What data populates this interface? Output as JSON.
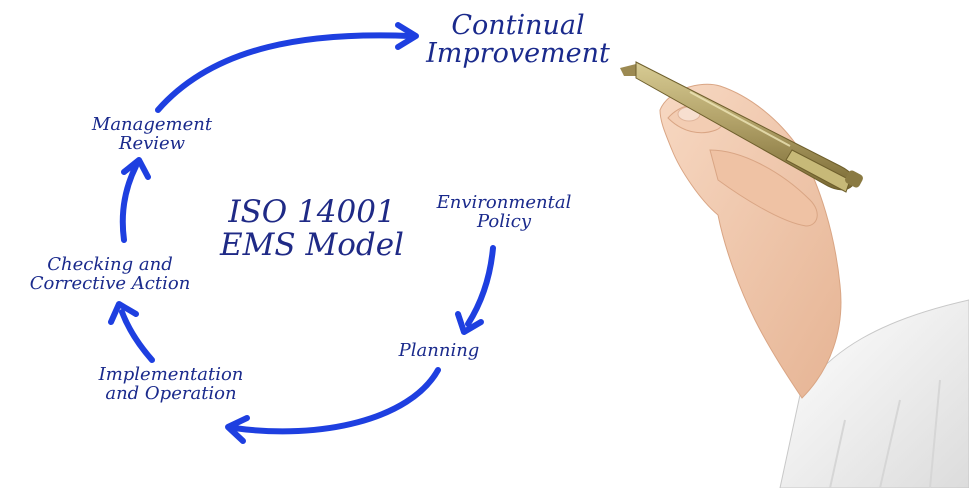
{
  "diagram": {
    "title_lines": [
      "ISO 14001",
      "EMS Model"
    ],
    "nodes": {
      "continual_improvement": [
        "Continual",
        "Improvement"
      ],
      "management_review": [
        "Management",
        "Review"
      ],
      "environmental_policy": [
        "Environmental",
        "Policy"
      ],
      "checking_corrective": [
        "Checking and",
        "Corrective Action"
      ],
      "planning": [
        "Planning"
      ],
      "implementation_operation": [
        "Implementation",
        "and Operation"
      ]
    },
    "flow": [
      "Environmental Policy",
      "Planning",
      "Implementation and Operation",
      "Checking and Corrective Action",
      "Management Review",
      "Continual Improvement"
    ],
    "colors": {
      "arrow": "#1e3fe0",
      "text": "#1a2a8c",
      "pen_barrel": "#b3a36a",
      "skin": "#f2c9ad",
      "sleeve": "#f4f4f4"
    }
  }
}
